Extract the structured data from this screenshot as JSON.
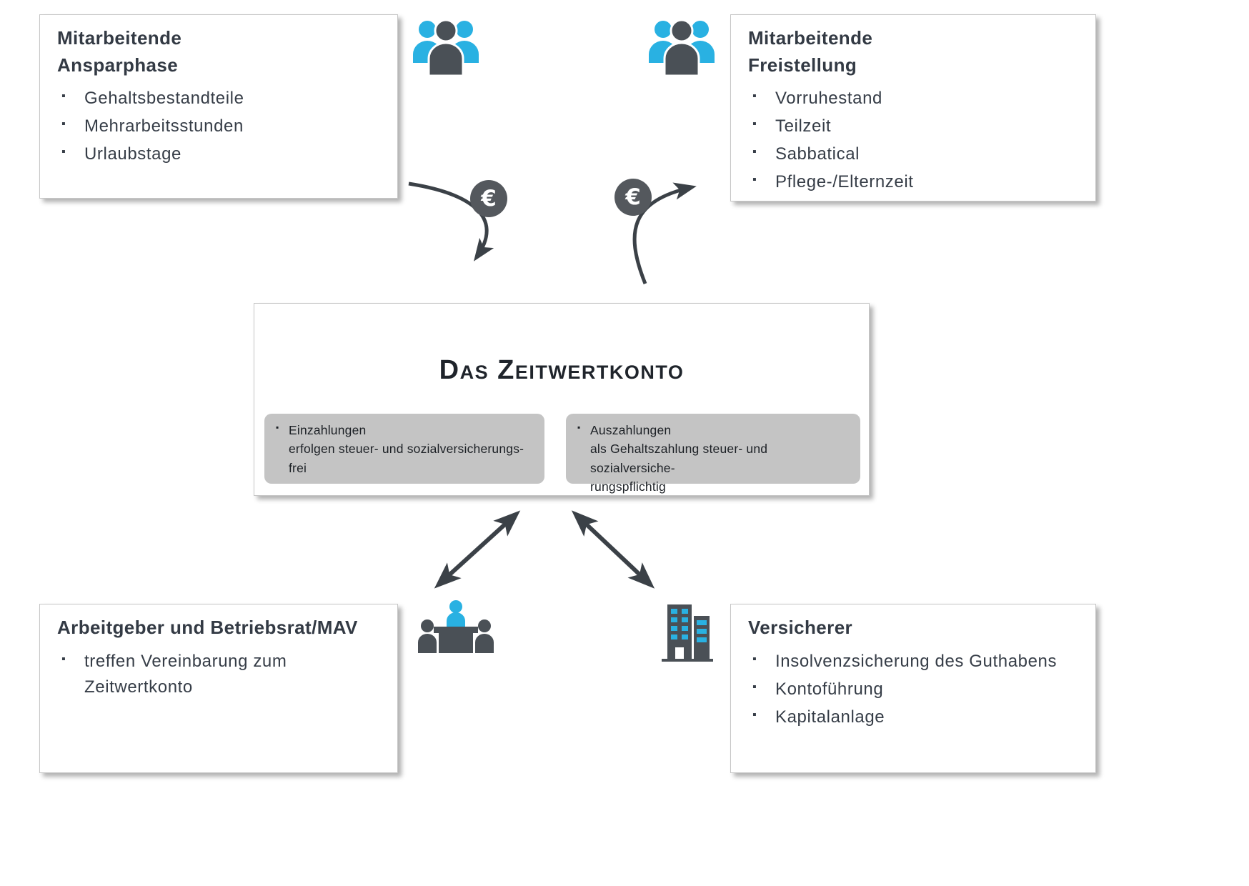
{
  "boxes": {
    "top_left": {
      "title_lines": [
        "Mitarbeitende",
        "Ansparphase"
      ],
      "items": [
        "Gehaltsbestandteile",
        "Mehrarbeitsstunden",
        "Urlaubstage"
      ]
    },
    "top_right": {
      "title_lines": [
        "Mitarbeitende",
        "Freistellung"
      ],
      "items": [
        "Vorruhestand",
        "Teilzeit",
        "Sabbatical",
        "Pflege-/Elternzeit"
      ]
    },
    "center": {
      "title": "Das Zeitwertkonto",
      "notes": [
        {
          "title": "Einzahlungen",
          "lines": [
            "erfolgen steuer- und sozialversicherungs-",
            "frei"
          ]
        },
        {
          "title": "Auszahlungen",
          "lines": [
            "als Gehaltszahlung steuer- und sozialversiche-",
            "rungspflichtig"
          ]
        }
      ]
    },
    "bottom_left": {
      "title": "Arbeitgeber und Betriebsrat/MAV",
      "items": [
        "treffen Vereinbarung zum Zeitwertkonto"
      ]
    },
    "bottom_right": {
      "title": "Versicherer",
      "items": [
        "Insolvenzsicherung des Guthabens",
        "Kontoführung",
        "Kapitalanlage"
      ]
    }
  },
  "icons": {
    "euro_symbol": "€",
    "people_group": "people-group-icon",
    "meeting": "meeting-table-icon",
    "building": "insurer-building-icon"
  },
  "colors": {
    "accent_blue": "#29b1e2",
    "icon_dark_gray": "#4a5056",
    "arrow_gray": "#3b4147",
    "note_background": "#c4c4c4",
    "text_dark": "#363d47"
  }
}
